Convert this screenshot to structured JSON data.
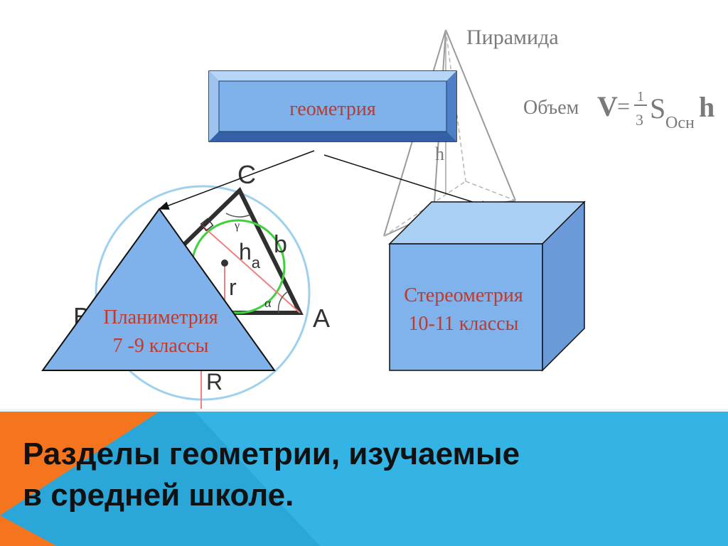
{
  "pyramid": {
    "title": "Пирамида",
    "volume_label": "Объем",
    "formula_v": "V",
    "formula_eq": "=",
    "formula_num": "1",
    "formula_den": "3",
    "formula_s": "S",
    "formula_sub": "Осн",
    "formula_h": "h",
    "height_label": "h"
  },
  "triangle_figure": {
    "vertex_c": "C",
    "vertex_a": "A",
    "vertex_b": "B",
    "side_b": "b",
    "height": "h",
    "height_sub": "a",
    "inradius": "r",
    "circumradius": "R",
    "angle_alpha": "α",
    "angle_gamma": "γ"
  },
  "root_box": {
    "label": "геометрия"
  },
  "planimetry": {
    "line1": "Планиметрия",
    "line2": "7 -9 классы"
  },
  "stereometry": {
    "line1": "Стереометрия",
    "line2": "10-11 классы"
  },
  "slide_title": {
    "line1": "Разделы геометрии, изучаемые",
    "line2": "в средней школе."
  },
  "colors": {
    "box_fill": "#7fb2ea",
    "cube_front": "#80b2ec",
    "cube_top": "#a9cff5",
    "cube_side": "#6b9ad8",
    "title_bar_blue": "#34b4e4",
    "title_bar_orange": "#f5741e",
    "label_red": "#c0392b"
  }
}
